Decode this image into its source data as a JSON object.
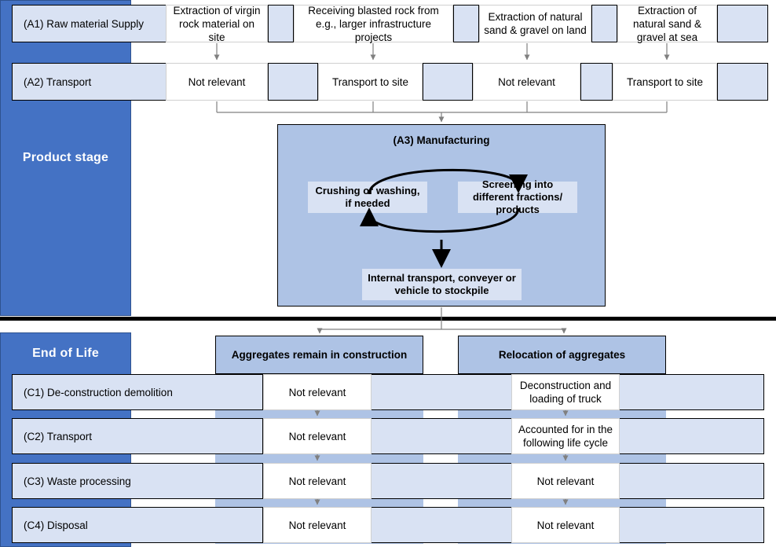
{
  "stages": {
    "product": "Product stage",
    "end_of_life": "End of Life"
  },
  "product_stage": {
    "rows": [
      {
        "label": "(A1) Raw material Supply",
        "cells": [
          "Extraction of virgin rock material on site",
          "Receiving blasted rock from e.g., larger infrastructure projects",
          "Extraction of natural sand & gravel on land",
          "Extraction of natural sand & gravel at sea"
        ]
      },
      {
        "label": "(A2) Transport",
        "cells": [
          "Not relevant",
          "Transport to site",
          "Not relevant",
          "Transport to site"
        ]
      }
    ],
    "manufacturing": {
      "title": "(A3) Manufacturing",
      "box_left": "Crushing or washing, if needed",
      "box_right": "Screening into different fractions/ products",
      "box_bottom": "Internal transport, conveyer or vehicle to stockpile"
    }
  },
  "end_of_life": {
    "scenarios": [
      "Aggregates remain in construction",
      "Relocation of aggregates"
    ],
    "rows": [
      {
        "label": "(C1) De-construction demolition",
        "cells": [
          "Not relevant",
          "Deconstruction and loading of truck"
        ]
      },
      {
        "label": "(C2) Transport",
        "cells": [
          "Not relevant",
          "Accounted for in the following life cycle"
        ]
      },
      {
        "label": "(C3) Waste processing",
        "cells": [
          "Not relevant",
          "Not relevant"
        ]
      },
      {
        "label": "(C4) Disposal",
        "cells": [
          "Not relevant",
          "Not relevant"
        ]
      }
    ]
  },
  "colors": {
    "stage_blue": "#4472c4",
    "band_blue": "#aec3e5",
    "light_blue": "#d9e2f3",
    "white": "#ffffff",
    "connector_gray": "#808080",
    "divider_black": "#000000"
  }
}
